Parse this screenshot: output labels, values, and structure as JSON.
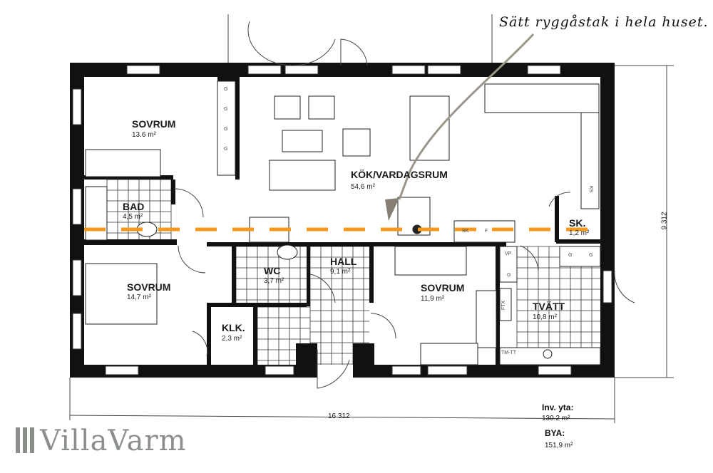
{
  "note": "Sätt ryggåstak i hela huset.",
  "rooms": [
    {
      "name": "SOVRUM",
      "area": "13.6 m²"
    },
    {
      "name": "BAD",
      "area": "4,5 m²"
    },
    {
      "name": "SOVRUM",
      "area": "14,7 m²"
    },
    {
      "name": "WC",
      "area": "3,7 m²"
    },
    {
      "name": "HALL",
      "area": "9,1 m²"
    },
    {
      "name": "KLK.",
      "area": "2,3 m²"
    },
    {
      "name": "KÖK/VARDAGSRUM",
      "area": "54,6 m²"
    },
    {
      "name": "SOVRUM",
      "area": "11,9 m²"
    },
    {
      "name": "TVÄTT",
      "area": "10,8 m²"
    },
    {
      "name": "SK.",
      "area": "1,2 m²"
    }
  ],
  "fixtures": {
    "g": "G",
    "sk": "SK",
    "f": "F",
    "ks": "KS",
    "vp": "VP",
    "ftx": "FTX",
    "tmtt": "TM-TT"
  },
  "dimensions": {
    "width": "16 312",
    "depth": "9 312"
  },
  "stats": {
    "inv_label": "Inv. yta:",
    "inv_value": "130.2 m²",
    "bya_label": "BYA:",
    "bya_value": "151,9 m²"
  },
  "logo": "VillaVarm",
  "colors": {
    "wall": "#111111",
    "marker_line": "#f39a1e",
    "arrow": "#9c958a"
  }
}
